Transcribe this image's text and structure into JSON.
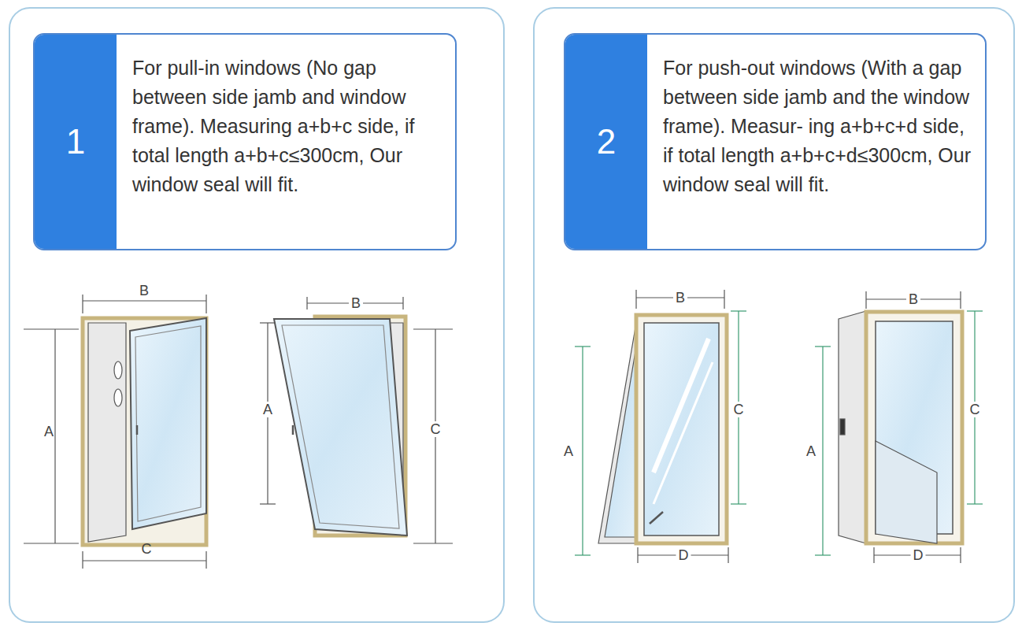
{
  "diagram": {
    "nodes": [
      {
        "text": [
          "1",
          "For pull-in windows (No gap between side jamb and window frame). Measuring a+b+c side, if total length a+b+c≤300cm, Our window seal will fit."
        ]
      },
      {
        "text": [
          "2",
          "For push-out windows (With a gap between side jamb and the window frame). Measur- ing a+b+c+d side, if total length a+b+c+d≤300cm, Our window seal will fit."
        ]
      }
    ],
    "labels": [
      "B",
      "A",
      "C",
      "B",
      "A",
      "C",
      "B",
      "C",
      "A",
      "D",
      "B",
      "C",
      "A",
      "D"
    ]
  }
}
